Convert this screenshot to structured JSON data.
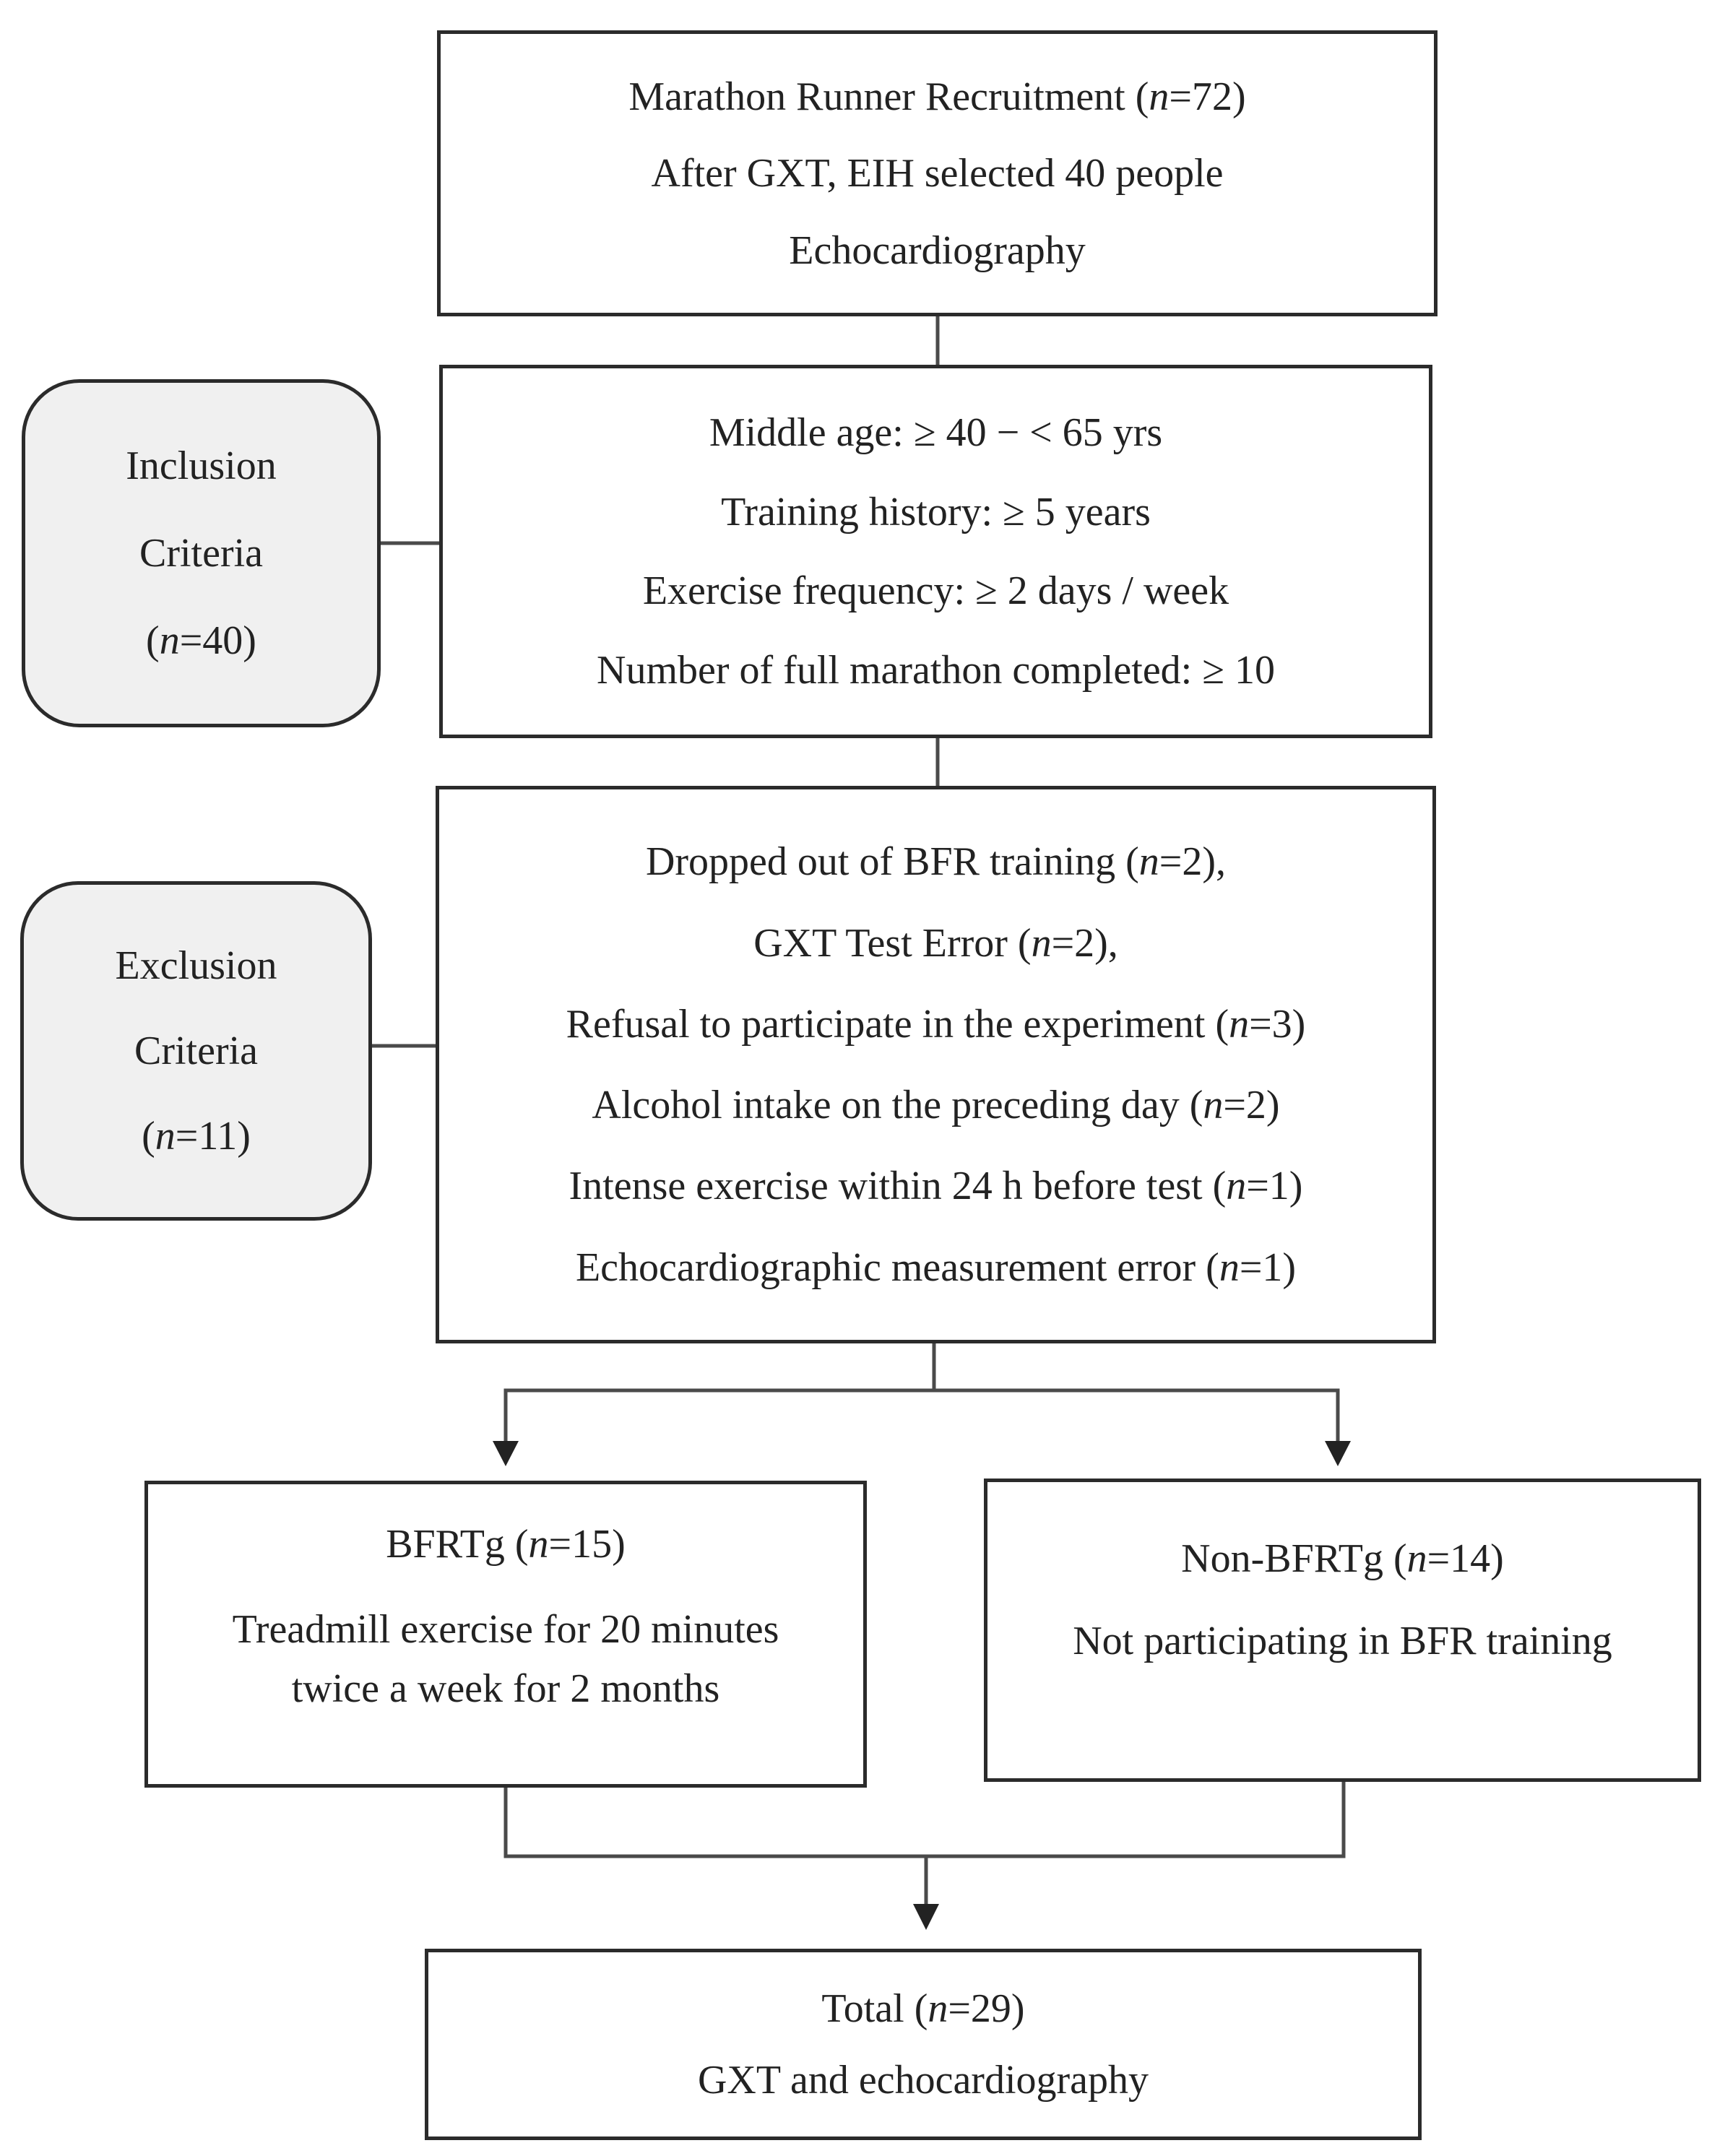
{
  "recruitment": {
    "line1_prefix": "Marathon Runner Recruitment (",
    "line1_n": "n",
    "line1_suffix": "=72)",
    "line2": "After GXT, EIH selected 40 people",
    "line3": "Echocardiography"
  },
  "inclusion_label": {
    "line1": "Inclusion",
    "line2": "Criteria",
    "n_prefix": "(",
    "n": "n",
    "n_suffix": "=40)"
  },
  "inclusion_box": {
    "line1": "Middle age: ≥ 40  −  < 65 yrs",
    "line2": "Training history: ≥ 5 years",
    "line3": "Exercise frequency: ≥ 2 days / week",
    "line4": "Number of full marathon completed: ≥ 10"
  },
  "exclusion_label": {
    "line1": "Exclusion",
    "line2": "Criteria",
    "n_prefix": "(",
    "n": "n",
    "n_suffix": "=11)"
  },
  "exclusion_box": {
    "items": [
      {
        "pre": "Dropped out of BFR training (",
        "n": "n",
        "post": "=2),"
      },
      {
        "pre": "GXT Test Error (",
        "n": "n",
        "post": "=2),"
      },
      {
        "pre": "Refusal to participate in the experiment (",
        "n": "n",
        "post": "=3)"
      },
      {
        "pre": "Alcohol intake on the preceding day (",
        "n": "n",
        "post": "=2)"
      },
      {
        "pre": "Intense exercise within 24 h before test (",
        "n": "n",
        "post": "=1)"
      },
      {
        "pre": "Echocardiographic measurement error (",
        "n": "n",
        "post": "=1)"
      }
    ]
  },
  "bfrtg": {
    "title_pre": "BFRTg (",
    "title_n": "n",
    "title_post": "=15)",
    "line2": "Treadmill exercise for 20 minutes",
    "line3": "twice a week for 2 months"
  },
  "non_bfrtg": {
    "title_pre": "Non-BFRTg (",
    "title_n": "n",
    "title_post": "=14)",
    "line2": "Not participating in BFR training"
  },
  "total": {
    "title_pre": "Total (",
    "title_n": "n",
    "title_post": "=29)",
    "line2": "GXT and echocardiography"
  }
}
